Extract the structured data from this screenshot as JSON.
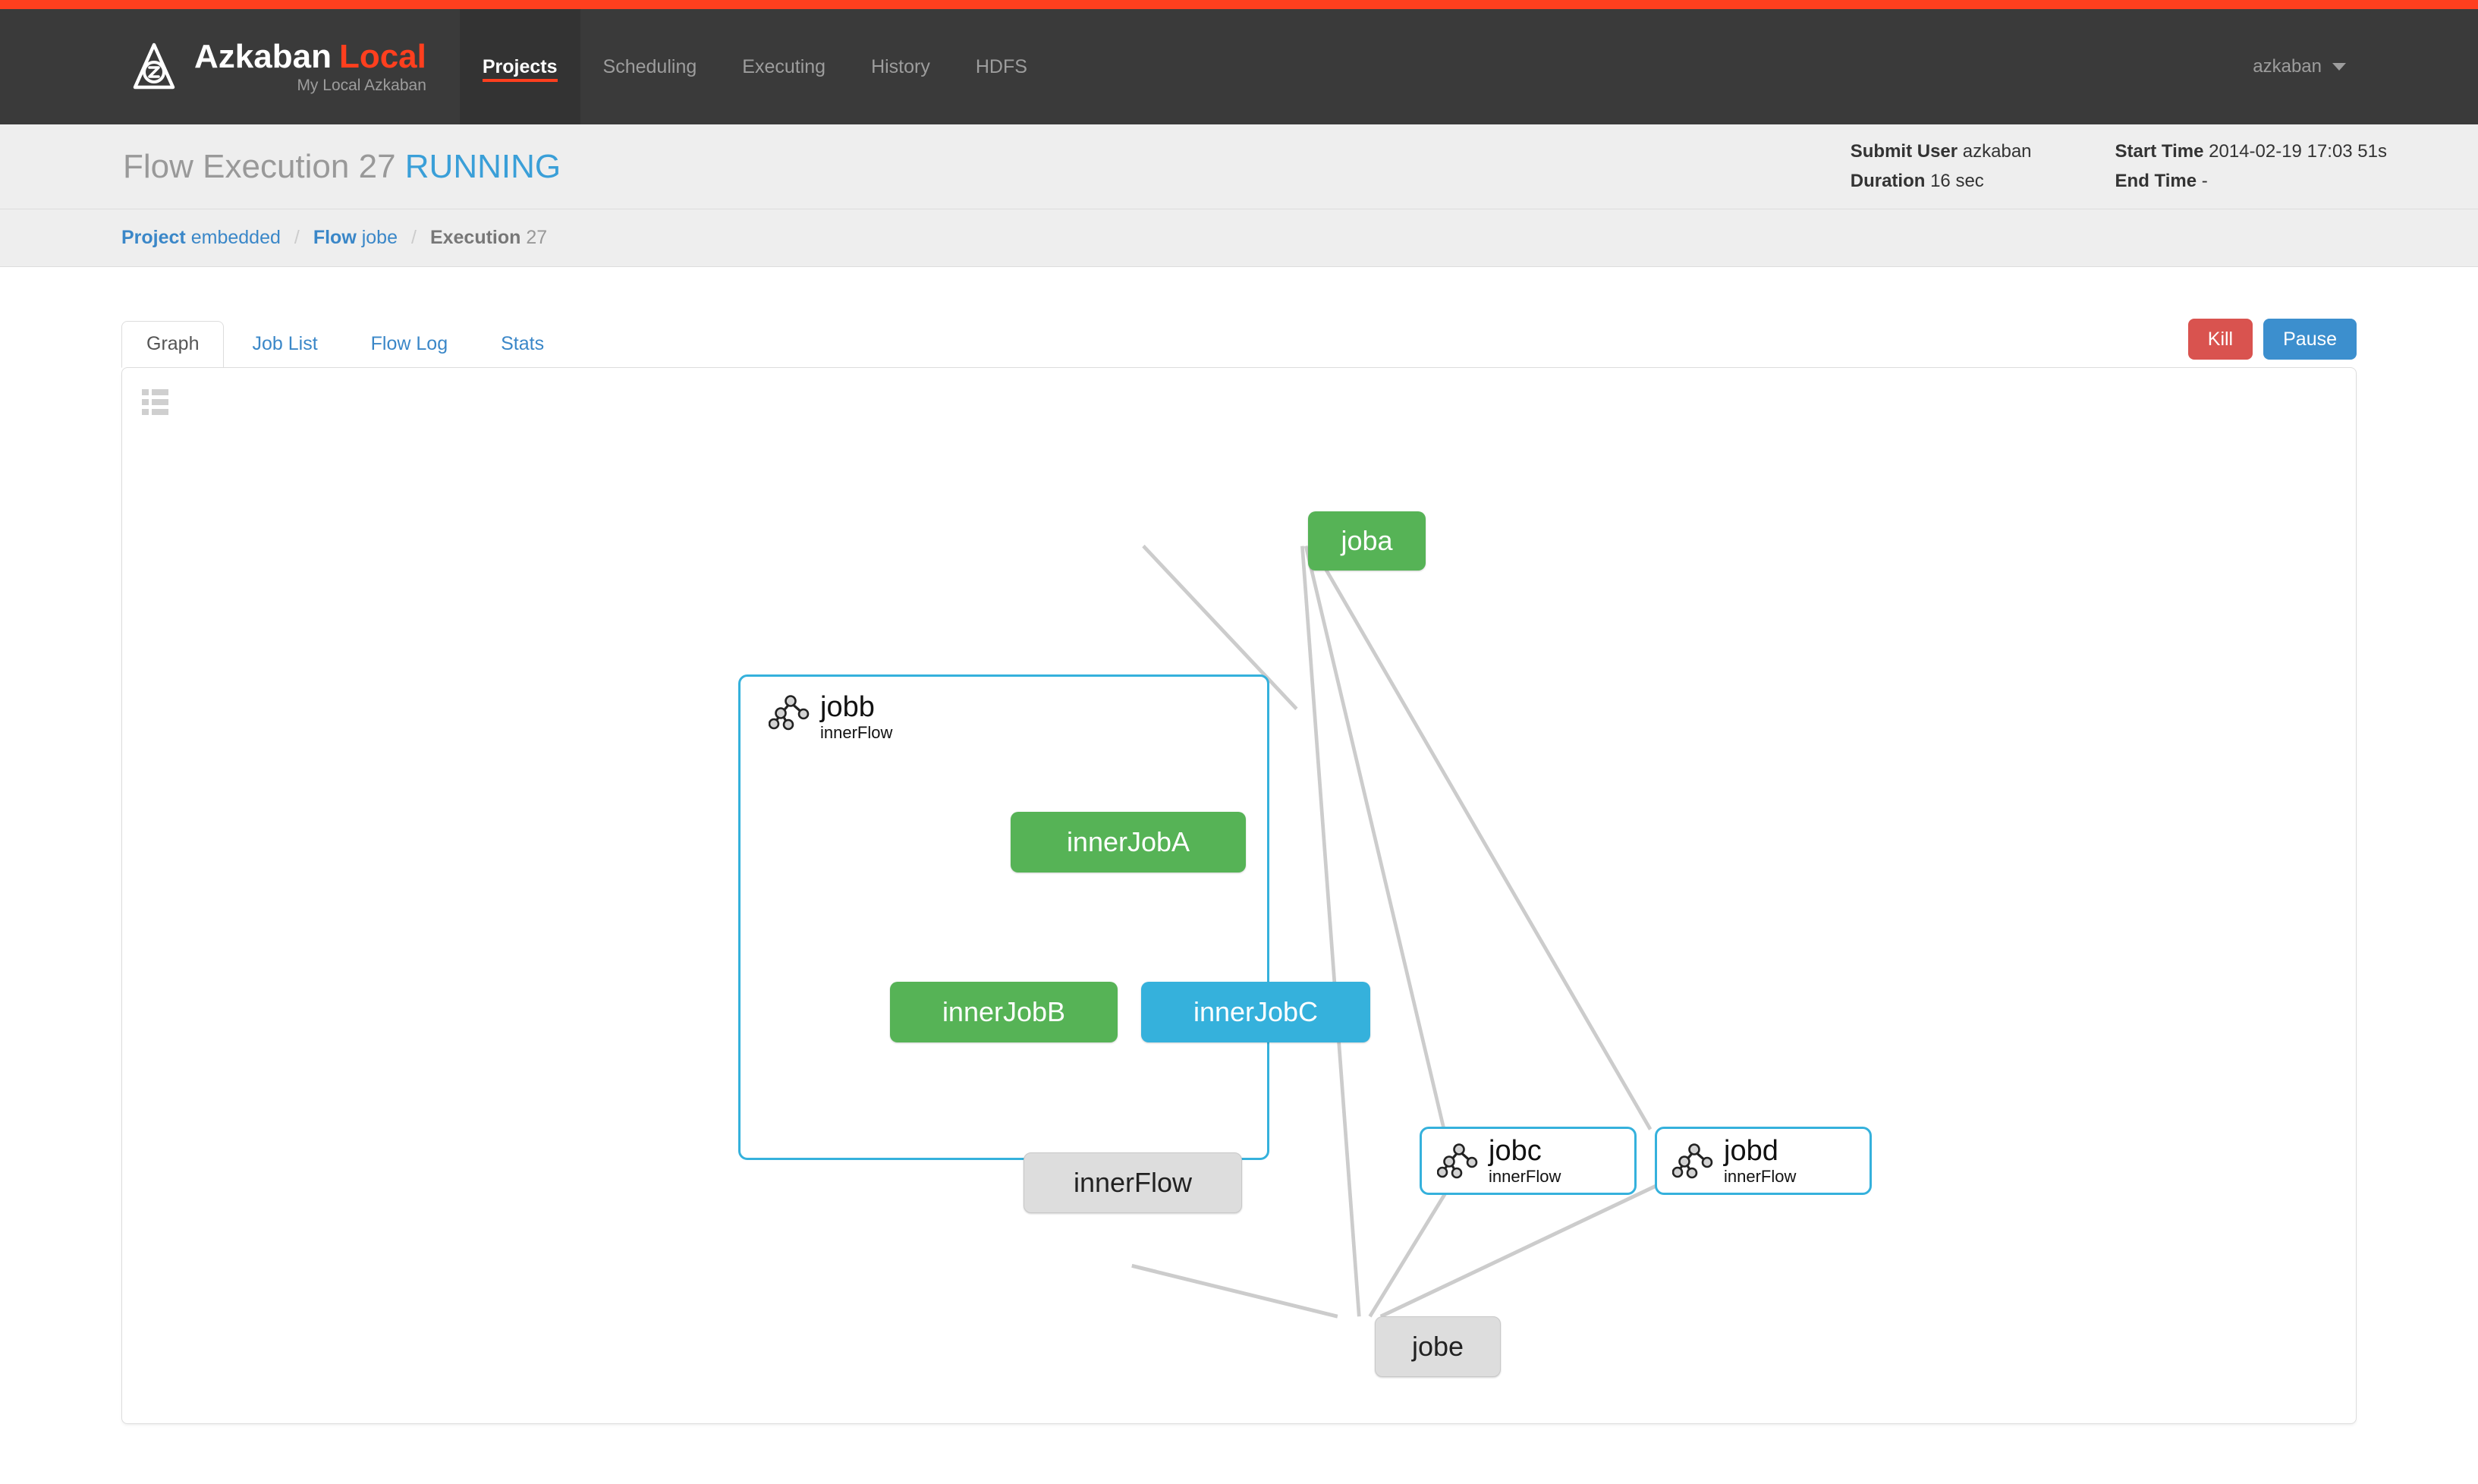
{
  "theme": {
    "accent": "#ff3f1e",
    "navbar_bg": "#3a3a3a",
    "link_blue": "#3a87c8",
    "status_blue": "#3a9fd8",
    "node_success": "#56b356",
    "node_running": "#35b1dc",
    "node_ready": "#dddddd",
    "kill_red": "#d9534f",
    "pause_blue": "#3c8fce",
    "edge_gray": "#cccccc"
  },
  "navbar": {
    "logo_icon": "azkaban-logo-icon",
    "brand_name": "Azkaban",
    "brand_suffix": "Local",
    "brand_subtitle": "My Local Azkaban",
    "links": [
      {
        "label": "Projects",
        "active": true
      },
      {
        "label": "Scheduling",
        "active": false
      },
      {
        "label": "Executing",
        "active": false
      },
      {
        "label": "History",
        "active": false
      },
      {
        "label": "HDFS",
        "active": false
      }
    ],
    "user": "azkaban",
    "user_caret_icon": "chevron-down-icon"
  },
  "page_header": {
    "title_prefix": "Flow Execution",
    "execution_id": "27",
    "status": "RUNNING",
    "meta": [
      {
        "rows": [
          {
            "label": "Submit User",
            "value": "azkaban"
          },
          {
            "label": "Duration",
            "value": "16 sec"
          }
        ]
      },
      {
        "rows": [
          {
            "label": "Start Time",
            "value": "2014-02-19 17:03 51s"
          },
          {
            "label": "End Time",
            "value": "-"
          }
        ]
      }
    ]
  },
  "breadcrumb": {
    "items": [
      {
        "label": "Project",
        "value": "embedded",
        "active": false
      },
      {
        "label": "Flow",
        "value": "jobe",
        "active": false
      },
      {
        "label": "Execution",
        "value": "27",
        "active": true
      }
    ],
    "separator": "/"
  },
  "tabs": [
    {
      "label": "Graph",
      "active": true
    },
    {
      "label": "Job List",
      "active": false
    },
    {
      "label": "Flow Log",
      "active": false
    },
    {
      "label": "Stats",
      "active": false
    }
  ],
  "actions": {
    "kill_label": "Kill",
    "pause_label": "Pause"
  },
  "graph": {
    "menu_icon": "list-menu-icon",
    "nodes": [
      {
        "id": "joba",
        "label": "joba",
        "status": "success"
      },
      {
        "id": "innerJobA",
        "label": "innerJobA",
        "status": "success"
      },
      {
        "id": "innerJobB",
        "label": "innerJobB",
        "status": "success"
      },
      {
        "id": "innerJobC",
        "label": "innerJobC",
        "status": "running"
      },
      {
        "id": "innerFlow",
        "label": "innerFlow",
        "status": "ready"
      },
      {
        "id": "jobe",
        "label": "jobe",
        "status": "ready"
      }
    ],
    "flows": [
      {
        "id": "jobb",
        "title": "jobb",
        "subtitle": "innerFlow",
        "icon": "flow-graph-icon",
        "expanded": true
      },
      {
        "id": "jobc",
        "title": "jobc",
        "subtitle": "innerFlow",
        "icon": "flow-graph-icon",
        "expanded": false
      },
      {
        "id": "jobd",
        "title": "jobd",
        "subtitle": "innerFlow",
        "icon": "flow-graph-icon",
        "expanded": false
      }
    ],
    "edges": [
      {
        "from": "joba",
        "to": "jobb"
      },
      {
        "from": "joba",
        "to": "jobc"
      },
      {
        "from": "joba",
        "to": "jobd"
      },
      {
        "from": "joba",
        "to": "jobe"
      },
      {
        "from": "innerJobA",
        "to": "innerJobB"
      },
      {
        "from": "innerJobA",
        "to": "innerJobC"
      },
      {
        "from": "innerJobB",
        "to": "innerFlow"
      },
      {
        "from": "innerJobC",
        "to": "innerFlow"
      },
      {
        "from": "jobb",
        "to": "jobe"
      },
      {
        "from": "jobc",
        "to": "jobe"
      },
      {
        "from": "jobd",
        "to": "jobe"
      }
    ]
  }
}
